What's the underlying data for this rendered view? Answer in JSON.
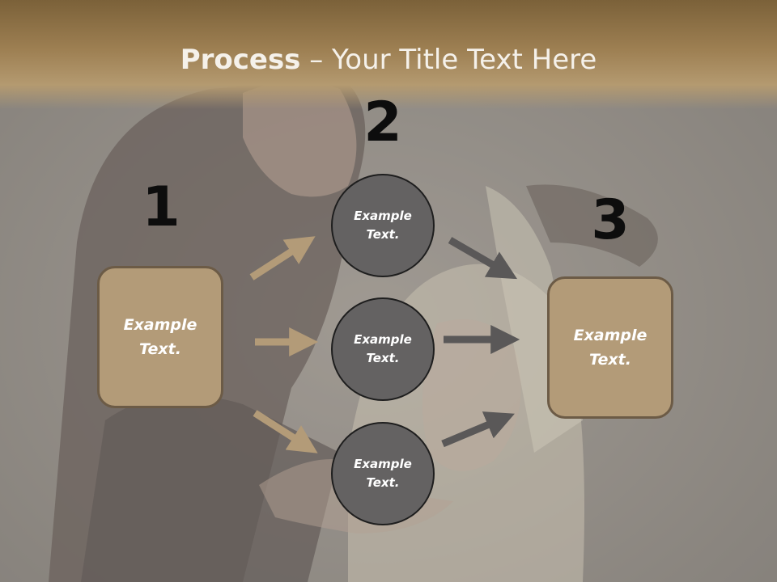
{
  "title": {
    "bold": "Process",
    "rest": " – Your Title Text Here"
  },
  "steps": {
    "one": {
      "number": "1",
      "box_text": "Example Text."
    },
    "two": {
      "number": "2",
      "circles": [
        "Example Text.",
        "Example Text.",
        "Example Text."
      ]
    },
    "three": {
      "number": "3",
      "box_text": "Example Text."
    }
  },
  "colors": {
    "header": "#9d7f52",
    "box_fill": "#b39b78",
    "box_border": "#6c5b46",
    "circle_fill": "#646262",
    "arrow_tan": "#b39b78",
    "arrow_gray": "#5a5858"
  }
}
